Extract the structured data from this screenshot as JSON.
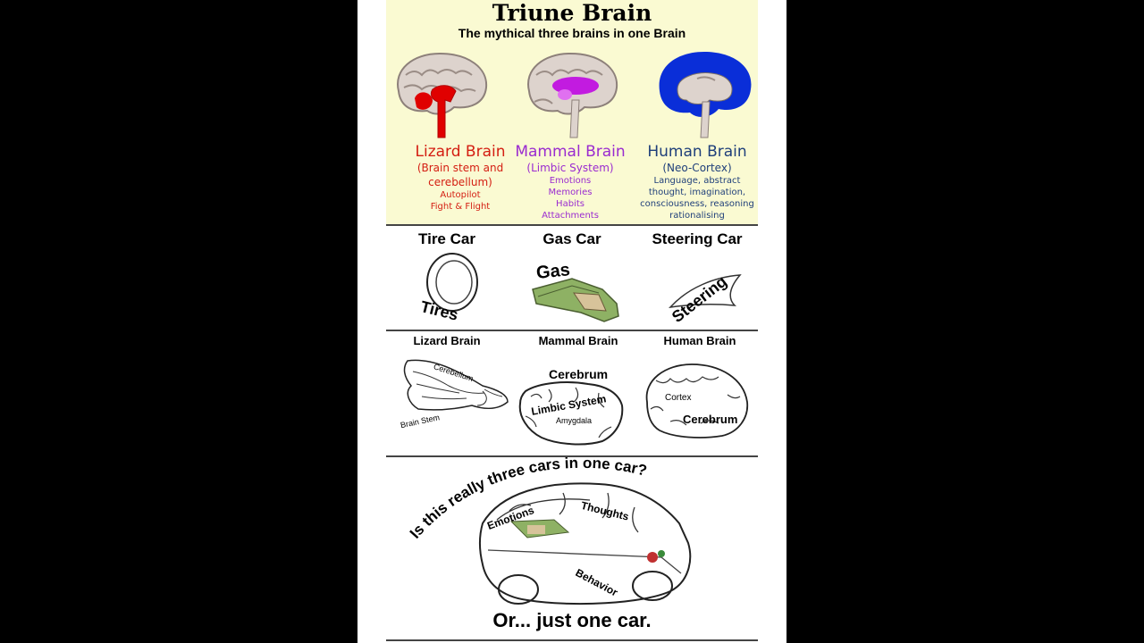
{
  "header": {
    "title": "Triune Brain",
    "subtitle": "The mythical three brains in one Brain"
  },
  "brains": [
    {
      "name": "Lizard Brain",
      "sub_lines": [
        "(Brain stem and",
        "cerebellum)"
      ],
      "desc_lines": [
        "Autopilot",
        "Fight & Flight"
      ],
      "color": "#d41e12",
      "highlight": "#e00000"
    },
    {
      "name": "Mammal Brain",
      "sub_lines": [
        "(Limbic System)"
      ],
      "desc_lines": [
        "Emotions",
        "Memories",
        "Habits",
        "Attachments"
      ],
      "color": "#9a2bd0",
      "highlight": "#c21be0"
    },
    {
      "name": "Human Brain",
      "sub_lines": [
        "(Neo-Cortex)"
      ],
      "desc_lines": [
        "Language, abstract",
        "thought, imagination,",
        "consciousness, reasoning",
        "rationalising"
      ],
      "color": "#1f3f7a",
      "highlight": "#0a2ed8"
    }
  ],
  "cars": [
    {
      "label": "Tire Car",
      "word": "Tires"
    },
    {
      "label": "Gas Car",
      "word": "Gas"
    },
    {
      "label": "Steering Car",
      "word": "Steering"
    }
  ],
  "brain_sketches": [
    {
      "label": "Lizard Brain",
      "parts": [
        "Cerebellum",
        "Brain Stem"
      ]
    },
    {
      "label": "Mammal Brain",
      "parts": [
        "Cerebrum",
        "Limbic System",
        "Amygdala"
      ]
    },
    {
      "label": "Human Brain",
      "parts": [
        "Cortex",
        "Cerebrum"
      ]
    }
  ],
  "question": {
    "text": "Is this really three cars in one car?",
    "tags": [
      "Emotions",
      "Thoughts",
      "Behavior"
    ],
    "answer": "Or... just one car."
  }
}
